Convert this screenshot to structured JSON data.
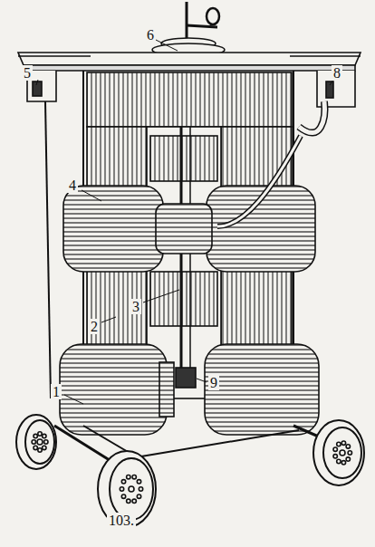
{
  "diagram": {
    "labels": [
      "6",
      "5",
      "8",
      "4",
      "3",
      "2",
      "9",
      "1",
      "103."
    ]
  }
}
